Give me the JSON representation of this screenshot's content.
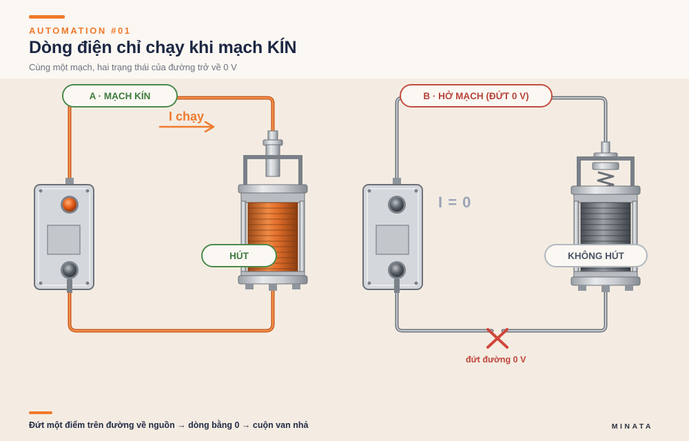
{
  "header": {
    "eyebrow": "AUTOMATION #01",
    "title": "Dòng điện chỉ chạy khi mạch KÍN",
    "subtitle": "Cùng một mạch, hai trạng thái của đường trở về 0 V"
  },
  "closed_circuit": {
    "label": "A · MẠCH KÍN",
    "flow_label": "I chạy",
    "coil_state": "HÚT"
  },
  "open_circuit": {
    "label": "B · HỞ MẠCH (ĐỨT 0 V)",
    "current_label": "I = 0",
    "break_label": "đứt đường 0 V",
    "coil_state": "KHÔNG HÚT"
  },
  "footer": {
    "caption": "Đứt một điểm trên đường về nguồn → dòng bằng 0 → cuộn van nhả",
    "brand": "MINATA"
  },
  "colors": {
    "accent": "#f0782a",
    "closed": "#4a8a4a",
    "open": "#c24b40",
    "neutral": "#b2b7be"
  }
}
